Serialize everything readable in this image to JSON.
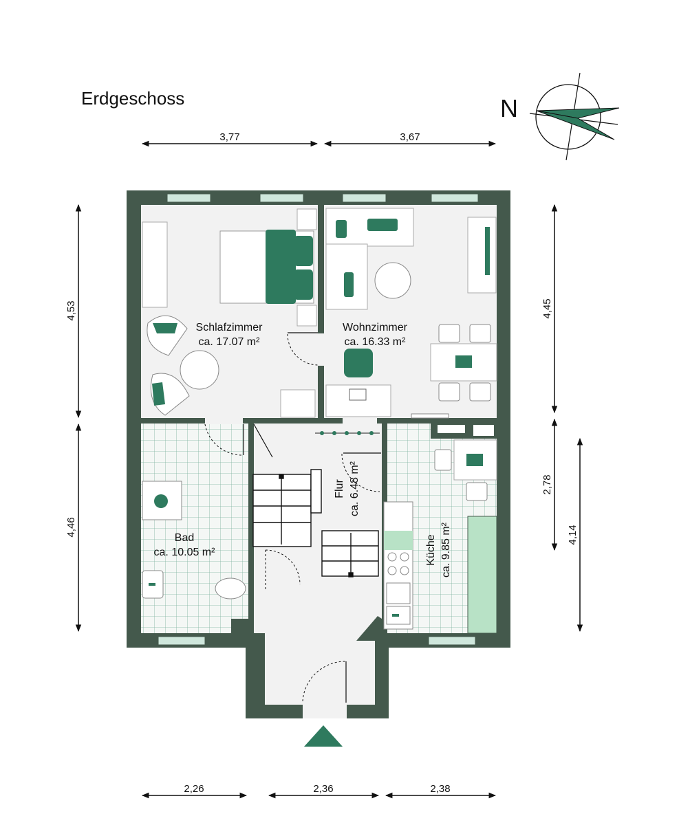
{
  "title": "Erdgeschoss",
  "north_label": "N",
  "colors": {
    "wall": "#44594c",
    "floor": "#f2f2f2",
    "accent": "#2e7a5e",
    "tile_line": "#1f7a5a",
    "counter_green": "#b8e2c6",
    "window": "#cfe7dc"
  },
  "dimensions": {
    "top": [
      "3,77",
      "3,67"
    ],
    "left": [
      "4,53",
      "4,46"
    ],
    "right": [
      "4,45",
      "2,78",
      "4,14"
    ],
    "bottom": [
      "2,26",
      "2,36",
      "2,38"
    ]
  },
  "rooms": {
    "schlafzimmer": {
      "name": "Schlafzimmer",
      "area": "ca. 17.07 m²"
    },
    "wohnzimmer": {
      "name": "Wohnzimmer",
      "area": "ca. 16.33 m²"
    },
    "bad": {
      "name": "Bad",
      "area": "ca. 10.05 m²"
    },
    "flur": {
      "name": "Flur",
      "area": "ca. 6.48 m²"
    },
    "kueche": {
      "name": "Küche",
      "area": "ca. 9.85 m²"
    }
  },
  "icons": {
    "compass": "compass-rose-icon",
    "entrance": "entrance-arrow-icon"
  }
}
